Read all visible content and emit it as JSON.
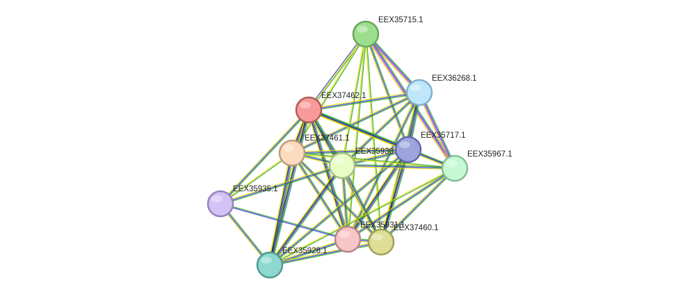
{
  "network": {
    "nodes": [
      {
        "id": "EEX35715",
        "label": "EEX35715.1",
        "color": "#9dde8e",
        "stroke": "#6aa85d"
      },
      {
        "id": "EEX36268",
        "label": "EEX36268.1",
        "color": "#bfe6fb",
        "stroke": "#82aecb"
      },
      {
        "id": "EEX37462",
        "label": "EEX37462.1",
        "color": "#f89a9a",
        "stroke": "#b05b5b"
      },
      {
        "id": "EEX35717",
        "label": "EEX35717.1",
        "color": "#9ea5de",
        "stroke": "#6269ad"
      },
      {
        "id": "EEX37461",
        "label": "EEX37461.1",
        "color": "#fcdcbd",
        "stroke": "#bc9b7c"
      },
      {
        "id": "EEX35930",
        "label": "EEX35930",
        "color": "#e8fec5",
        "stroke": "#a6bb84"
      },
      {
        "id": "EEX35967",
        "label": "EEX35967.1",
        "color": "#c7f9d6",
        "stroke": "#86bc96"
      },
      {
        "id": "EEX35935",
        "label": "EEX35935.1",
        "color": "#d3c2f6",
        "stroke": "#9583bd"
      },
      {
        "id": "EEX35931",
        "label": "EEX35931.1",
        "color": "#f9c6c8",
        "stroke": "#b98589"
      },
      {
        "id": "EEX37460",
        "label": "EEX37460.1",
        "color": "#dede96",
        "stroke": "#a0a05b"
      },
      {
        "id": "EEX35928",
        "label": "EEX35928.1",
        "color": "#8ed9cf",
        "stroke": "#4e9a8f"
      }
    ],
    "edges": [
      {
        "source": "EEX35715",
        "target": "EEX36268",
        "colors": [
          "#2aa32a",
          "#3333dd",
          "#c832c8",
          "#e0e000"
        ]
      },
      {
        "source": "EEX35715",
        "target": "EEX37462",
        "colors": [
          "#2aa32a",
          "#e0e000",
          "#3333dd"
        ]
      },
      {
        "source": "EEX35715",
        "target": "EEX35717",
        "colors": [
          "#2aa32a",
          "#3333dd",
          "#e0e000"
        ]
      },
      {
        "source": "EEX35715",
        "target": "EEX35967",
        "colors": [
          "#2aa32a",
          "#3333dd",
          "#c832c8",
          "#e0e000"
        ]
      },
      {
        "source": "EEX35715",
        "target": "EEX35930",
        "colors": [
          "#2aa32a",
          "#e0e000"
        ]
      },
      {
        "source": "EEX35715",
        "target": "EEX37461",
        "colors": [
          "#2aa32a",
          "#e0e000"
        ]
      },
      {
        "source": "EEX35715",
        "target": "EEX35931",
        "colors": [
          "#2aa32a",
          "#e0e000"
        ]
      },
      {
        "source": "EEX35715",
        "target": "EEX37460",
        "colors": [
          "#2aa32a",
          "#e0e000"
        ]
      },
      {
        "source": "EEX36268",
        "target": "EEX37462",
        "colors": [
          "#2aa32a",
          "#3333dd",
          "#e0e000"
        ]
      },
      {
        "source": "EEX36268",
        "target": "EEX35717",
        "colors": [
          "#2aa32a",
          "#3333dd",
          "#111111",
          "#e0e000"
        ]
      },
      {
        "source": "EEX36268",
        "target": "EEX35967",
        "colors": [
          "#2aa32a",
          "#3333dd",
          "#c832c8",
          "#e0e000"
        ]
      },
      {
        "source": "EEX36268",
        "target": "EEX35930",
        "colors": [
          "#2aa32a",
          "#3333dd",
          "#e0e000"
        ]
      },
      {
        "source": "EEX36268",
        "target": "EEX37461",
        "colors": [
          "#2aa32a",
          "#3333dd",
          "#e0e000"
        ]
      },
      {
        "source": "EEX36268",
        "target": "EEX35931",
        "colors": [
          "#2aa32a",
          "#3333dd",
          "#e0e000"
        ]
      },
      {
        "source": "EEX36268",
        "target": "EEX37460",
        "colors": [
          "#2aa32a",
          "#3333dd",
          "#e0e000"
        ]
      },
      {
        "source": "EEX37462",
        "target": "EEX35717",
        "colors": [
          "#2aa32a",
          "#3333dd",
          "#111111",
          "#e0e000"
        ]
      },
      {
        "source": "EEX37462",
        "target": "EEX37461",
        "colors": [
          "#2aa32a",
          "#3333dd",
          "#111111",
          "#e0e000"
        ]
      },
      {
        "source": "EEX37462",
        "target": "EEX35930",
        "colors": [
          "#2aa32a",
          "#3333dd",
          "#111111",
          "#e0e000"
        ]
      },
      {
        "source": "EEX37462",
        "target": "EEX35935",
        "colors": [
          "#2aa32a",
          "#3333dd",
          "#e0e000"
        ]
      },
      {
        "source": "EEX37462",
        "target": "EEX35931",
        "colors": [
          "#2aa32a",
          "#3333dd",
          "#111111",
          "#e0e000"
        ]
      },
      {
        "source": "EEX37462",
        "target": "EEX37460",
        "colors": [
          "#2aa32a",
          "#3333dd",
          "#e0e000"
        ]
      },
      {
        "source": "EEX37462",
        "target": "EEX35928",
        "colors": [
          "#2aa32a",
          "#3333dd",
          "#111111",
          "#e0e000"
        ]
      },
      {
        "source": "EEX37462",
        "target": "EEX35967",
        "colors": [
          "#2aa32a",
          "#3333dd",
          "#e0e000"
        ]
      },
      {
        "source": "EEX35717",
        "target": "EEX35967",
        "colors": [
          "#2aa32a",
          "#3333dd",
          "#e0e000"
        ]
      },
      {
        "source": "EEX35717",
        "target": "EEX35930",
        "colors": [
          "#2aa32a",
          "#3333dd",
          "#e0e000"
        ]
      },
      {
        "source": "EEX35717",
        "target": "EEX37461",
        "colors": [
          "#2aa32a",
          "#3333dd",
          "#e0e000"
        ]
      },
      {
        "source": "EEX35717",
        "target": "EEX35931",
        "colors": [
          "#2aa32a",
          "#3333dd",
          "#111111",
          "#e0e000"
        ]
      },
      {
        "source": "EEX35717",
        "target": "EEX37460",
        "colors": [
          "#2aa32a",
          "#3333dd",
          "#111111",
          "#e0e000"
        ]
      },
      {
        "source": "EEX35717",
        "target": "EEX35928",
        "colors": [
          "#2aa32a",
          "#3333dd",
          "#e0e000"
        ]
      },
      {
        "source": "EEX37461",
        "target": "EEX35930",
        "colors": [
          "#2aa32a",
          "#3333dd",
          "#e0e000"
        ]
      },
      {
        "source": "EEX37461",
        "target": "EEX35935",
        "colors": [
          "#2aa32a",
          "#e0e000"
        ]
      },
      {
        "source": "EEX37461",
        "target": "EEX35931",
        "colors": [
          "#2aa32a",
          "#3333dd",
          "#e0e000"
        ]
      },
      {
        "source": "EEX37461",
        "target": "EEX37460",
        "colors": [
          "#2aa32a",
          "#3333dd",
          "#e0e000"
        ]
      },
      {
        "source": "EEX37461",
        "target": "EEX35928",
        "colors": [
          "#2aa32a",
          "#3333dd",
          "#111111",
          "#e0e000"
        ]
      },
      {
        "source": "EEX37461",
        "target": "EEX35967",
        "colors": [
          "#2aa32a",
          "#e0e000"
        ]
      },
      {
        "source": "EEX35930",
        "target": "EEX35967",
        "colors": [
          "#2aa32a",
          "#3333dd",
          "#e0e000"
        ]
      },
      {
        "source": "EEX35930",
        "target": "EEX35935",
        "colors": [
          "#2aa32a",
          "#3333dd",
          "#e0e000"
        ]
      },
      {
        "source": "EEX35930",
        "target": "EEX35931",
        "colors": [
          "#2aa32a",
          "#3333dd",
          "#e0e000"
        ]
      },
      {
        "source": "EEX35930",
        "target": "EEX37460",
        "colors": [
          "#2aa32a",
          "#3333dd",
          "#e0e000"
        ]
      },
      {
        "source": "EEX35930",
        "target": "EEX35928",
        "colors": [
          "#2aa32a",
          "#3333dd",
          "#111111",
          "#e0e000"
        ]
      },
      {
        "source": "EEX35967",
        "target": "EEX35931",
        "colors": [
          "#2aa32a",
          "#3333dd",
          "#e0e000"
        ]
      },
      {
        "source": "EEX35967",
        "target": "EEX37460",
        "colors": [
          "#2aa32a",
          "#3333dd",
          "#e0e000"
        ]
      },
      {
        "source": "EEX35967",
        "target": "EEX35928",
        "colors": [
          "#2aa32a",
          "#e0e000"
        ]
      },
      {
        "source": "EEX35935",
        "target": "EEX35928",
        "colors": [
          "#2aa32a",
          "#3333dd",
          "#e0e000"
        ]
      },
      {
        "source": "EEX35935",
        "target": "EEX35931",
        "colors": [
          "#2aa32a",
          "#3333dd"
        ]
      },
      {
        "source": "EEX35931",
        "target": "EEX37460",
        "colors": [
          "#2aa32a",
          "#3333dd",
          "#e0e000"
        ]
      },
      {
        "source": "EEX35931",
        "target": "EEX35928",
        "colors": [
          "#2aa32a",
          "#3333dd",
          "#e0e000"
        ]
      },
      {
        "source": "EEX37460",
        "target": "EEX35928",
        "colors": [
          "#2aa32a",
          "#3333dd",
          "#e0e000"
        ]
      }
    ]
  }
}
